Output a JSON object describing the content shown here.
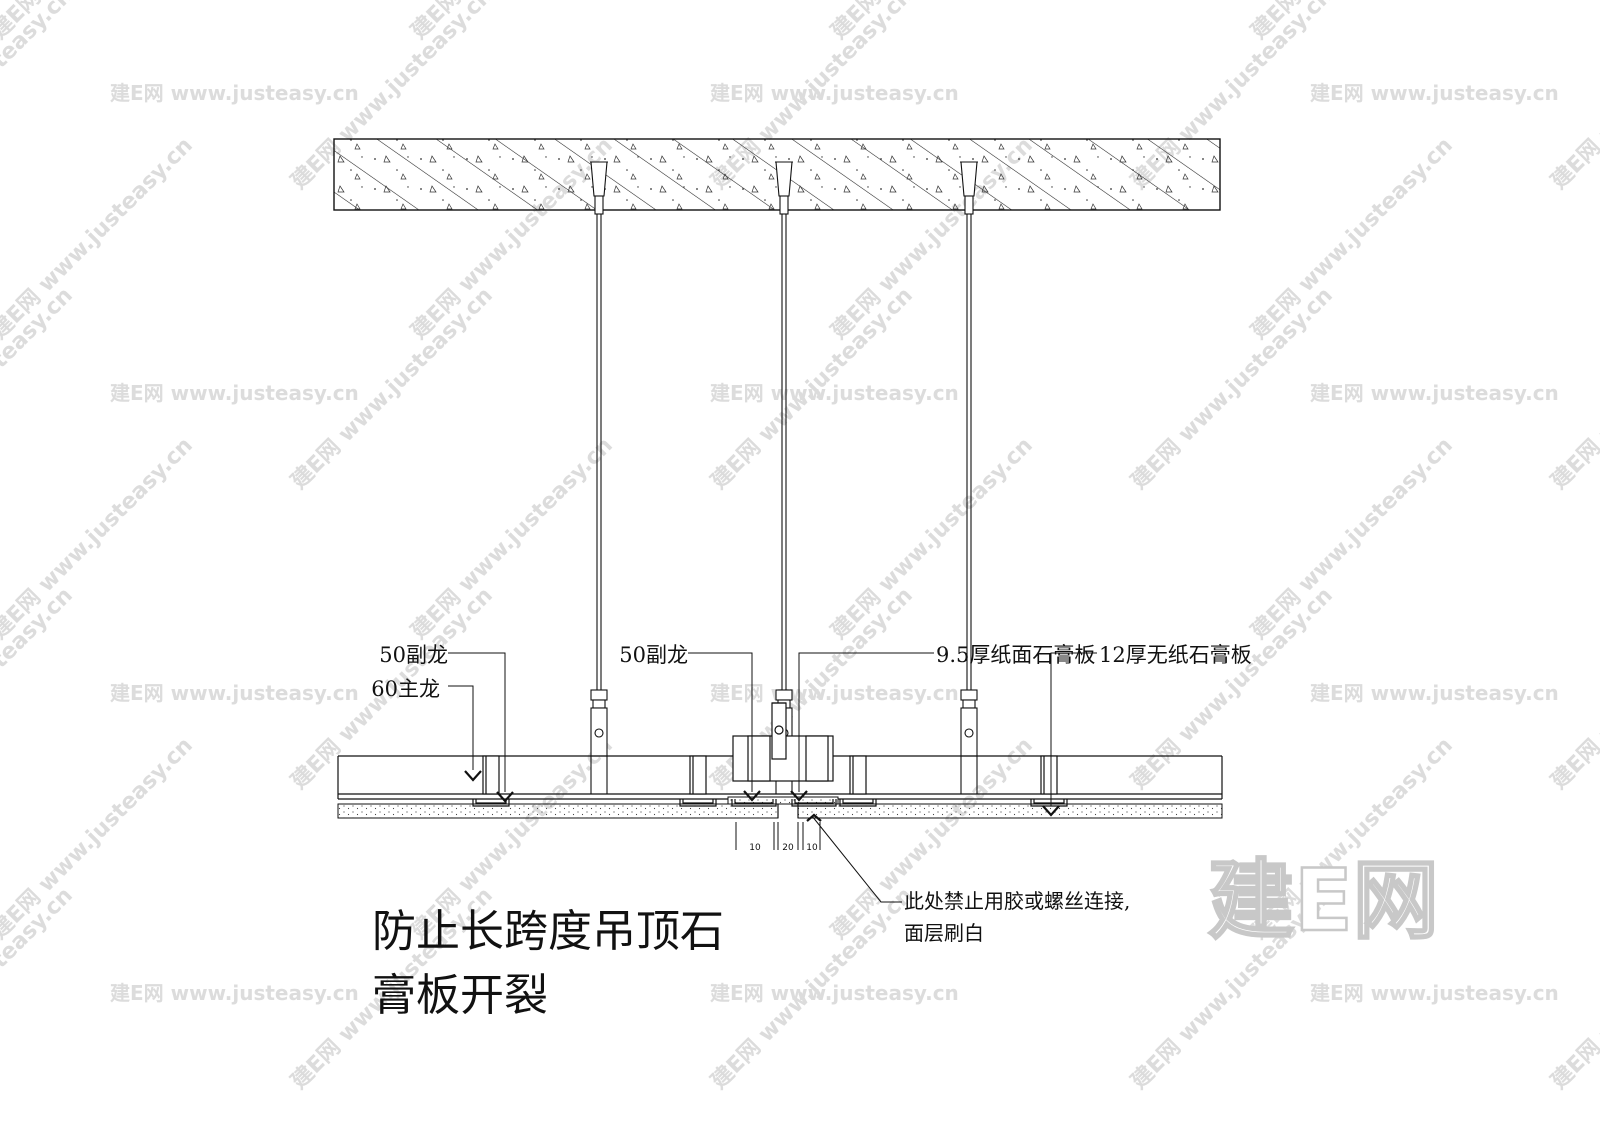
{
  "watermark": {
    "site": "www.justeasy.cn",
    "brand": "建E网"
  },
  "labels": {
    "sub_keel_left": "50副龙",
    "main_keel": "60主龙",
    "sub_keel_mid": "50副龙",
    "paper_gypsum": "9.5厚纸面石膏板",
    "paperless_gypsum": "12厚无纸石膏板",
    "note_line1": "此处禁止用胶或螺丝连接,",
    "note_line2": "面层刷白"
  },
  "dimensions": [
    "10",
    "20",
    "10"
  ],
  "title": {
    "line1": "防止长跨度吊顶石",
    "line2": "膏板开裂"
  },
  "colors": {
    "line": "#111111",
    "watermark": "#dcdcdc"
  }
}
